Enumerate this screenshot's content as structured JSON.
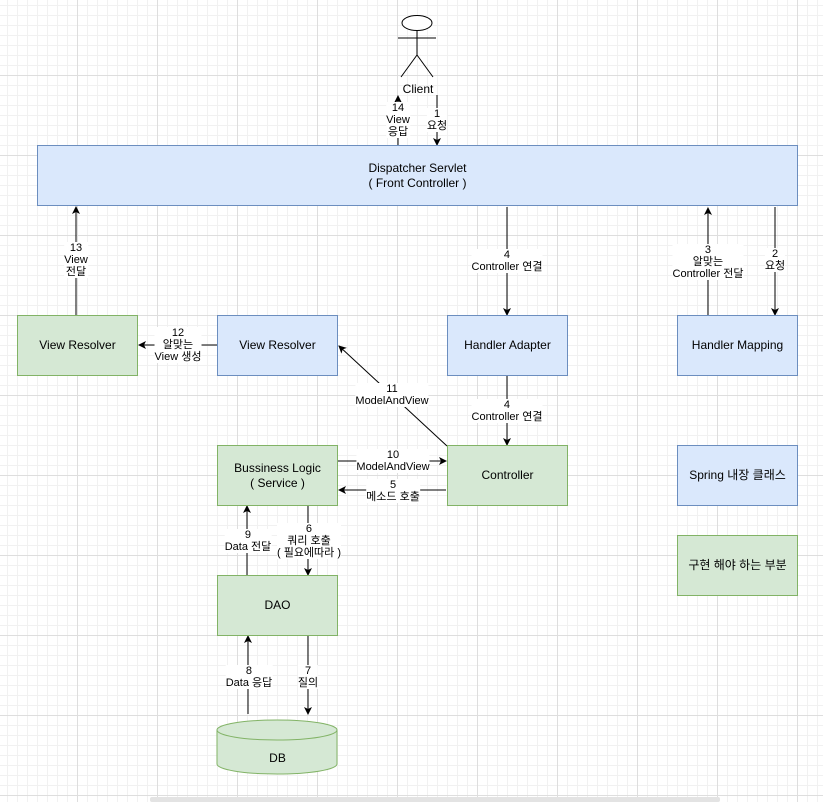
{
  "actor": {
    "label": "Client"
  },
  "nodes": {
    "dispatcher": {
      "line1": "Dispatcher Servlet",
      "line2": "( Front Controller )"
    },
    "view_resolver_green": {
      "label": "View Resolver"
    },
    "view_resolver_blue": {
      "label": "View Resolver"
    },
    "handler_adapter": {
      "label": "Handler Adapter"
    },
    "handler_mapping": {
      "label": "Handler Mapping"
    },
    "business_logic": {
      "line1": "Bussiness Logic",
      "line2": "( Service )"
    },
    "controller": {
      "label": "Controller"
    },
    "dao": {
      "label": "DAO"
    },
    "db": {
      "label": "DB"
    }
  },
  "legend": {
    "builtin": "Spring 내장 클래스",
    "implement": "구현 해야 하는 부분"
  },
  "edges": {
    "e1": {
      "num": "1",
      "text": "요청"
    },
    "e2": {
      "num": "2",
      "text": "요청"
    },
    "e3": {
      "num": "3",
      "line1": "알맞는",
      "line2": "Controller 전달"
    },
    "e4a": {
      "num": "4",
      "text": "Controller 연결"
    },
    "e4b": {
      "num": "4",
      "text": "Controller 연결"
    },
    "e5": {
      "num": "5",
      "text": "메소드 호출"
    },
    "e6": {
      "num": "6",
      "line1": "쿼리 호출",
      "line2": "( 필요에따라 )"
    },
    "e7": {
      "num": "7",
      "text": "질의"
    },
    "e8": {
      "num": "8",
      "text": "Data 응답"
    },
    "e9": {
      "num": "9",
      "text": "Data 전달"
    },
    "e10": {
      "num": "10",
      "text": "ModelAndView"
    },
    "e11": {
      "num": "11",
      "text": "ModelAndView"
    },
    "e12": {
      "num": "12",
      "line1": "알맞는",
      "line2": "View 생성"
    },
    "e13": {
      "num": "13",
      "line1": "View",
      "line2": "전달"
    },
    "e14": {
      "num": "14",
      "line1": "View",
      "line2": "응답"
    }
  },
  "colors": {
    "builtin_fill": "#dae8fc",
    "builtin_stroke": "#6c8ebf",
    "implement_fill": "#d5e8d4",
    "implement_stroke": "#82b366"
  }
}
